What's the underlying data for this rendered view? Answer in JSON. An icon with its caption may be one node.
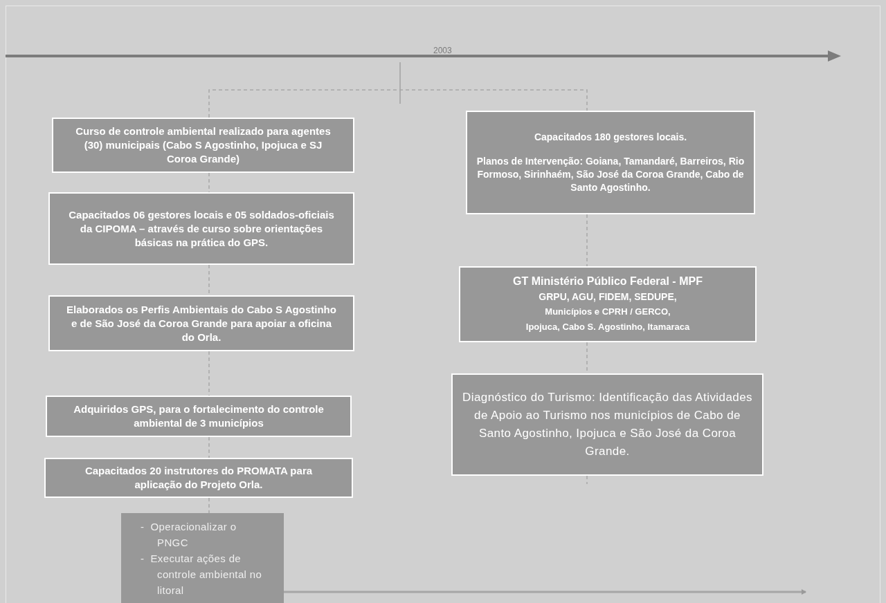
{
  "diagram": {
    "nodes": [
      {
        "text": [
          "Curso de controle ambiental realizado para agentes (30) municipais (Cabo S Agostinho, Ipojuca e SJ Coroa Grande)"
        ]
      },
      {
        "text": [
          "Capacitados 06 gestores locais e 05 soldados-oficiais da CIPOMA – através de curso sobre orientações básicas na prática do GPS."
        ]
      },
      {
        "text": [
          "Elaborados os Perfis Ambientais do Cabo S Agostinho e de São José da Coroa Grande para apoiar a oficina do Orla."
        ]
      },
      {
        "text": [
          "Adquiridos GPS, para o fortalecimento do controle ambiental de 3 municípios"
        ]
      },
      {
        "text": [
          "Capacitados 20 instrutores do PROMATA para aplicação do Projeto Orla."
        ]
      },
      {
        "text": [
          "-  Operacionalizar o PNGC",
          "-  Executar ações de controle ambiental no litoral"
        ]
      },
      {
        "text": [
          "Capacitados 180 gestores locais.",
          "Planos de Intervenção:  Goiana, Tamandaré, Barreiros,  Rio Formoso, Sirinhaém, São José da Coroa Grande, Cabo de Santo Agostinho."
        ]
      },
      {
        "text": [
          "GT Ministério Público Federal - MPF",
          "GRPU, AGU, FIDEM, SEDUPE,",
          "Municípios e CPRH / GERCO,",
          "Ipojuca, Cabo S. Agostinho, Itamaraca"
        ]
      },
      {
        "text": [
          "Diagnóstico do Turismo: Identificação das Atividades de Apoio ao Turismo nos municípios de Cabo de Santo Agostinho, Ipojuca e São José da Coroa Grande."
        ]
      }
    ],
    "edges": [
      {
        "from": 0,
        "to": 1,
        "arrow": "none",
        "style": "dashed"
      },
      {
        "from": 1,
        "to": 2,
        "arrow": "none",
        "style": "dashed"
      },
      {
        "from": 2,
        "to": 3,
        "arrow": "none",
        "style": "dashed"
      },
      {
        "from": 3,
        "to": 4,
        "arrow": "none",
        "style": "dashed"
      },
      {
        "from": 4,
        "to": 5,
        "arrow": "none",
        "style": "dashed"
      },
      {
        "from": 6,
        "to": 7,
        "arrow": "none",
        "style": "dashed"
      },
      {
        "from": 7,
        "to": 8,
        "arrow": "none",
        "style": "dashed"
      },
      {
        "from": 0,
        "to": 6,
        "arrow": "none",
        "style": "dashed"
      },
      {
        "from": 5,
        "to": null,
        "arrow": "to"
      }
    ],
    "labels": [
      "2003"
    ]
  }
}
